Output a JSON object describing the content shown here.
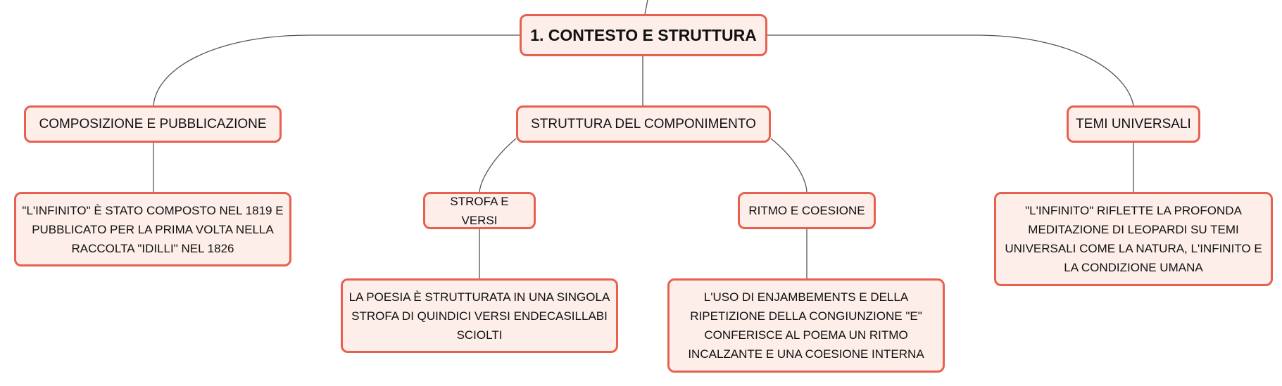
{
  "root": {
    "label": "1. CONTESTO E STRUTTURA"
  },
  "branches": {
    "composizione": {
      "label": "COMPOSIZIONE E PUBBLICAZIONE",
      "detail": "\"L'INFINITO\" È STATO COMPOSTO NEL 1819 E PUBBLICATO PER LA PRIMA VOLTA NELLA RACCOLTA \"IDILLI\" NEL 1826"
    },
    "struttura": {
      "label": "STRUTTURA DEL COMPONIMENTO",
      "strofa": {
        "label": "STROFA E VERSI",
        "detail": "LA POESIA È STRUTTURATA IN UNA SINGOLA STROFA DI QUINDICI VERSI ENDECASILLABI SCIOLTI"
      },
      "ritmo": {
        "label": "RITMO E COESIONE",
        "detail": "L'USO DI ENJAMBEMENTS E DELLA RIPETIZIONE DELLA CONGIUNZIONE \"E\" CONFERISCE AL POEMA UN RITMO INCALZANTE E UNA COESIONE INTERNA"
      }
    },
    "temi": {
      "label": "TEMI UNIVERSALI",
      "detail": "\"L'INFINITO\" RIFLETTE LA PROFONDA MEDITAZIONE DI LEOPARDI SU TEMI UNIVERSALI COME LA NATURA, L'INFINITO E LA CONDIZIONE UMANA"
    }
  },
  "colors": {
    "node_border": "#e8604f",
    "node_fill": "#fdeee9",
    "connector": "#555555"
  }
}
